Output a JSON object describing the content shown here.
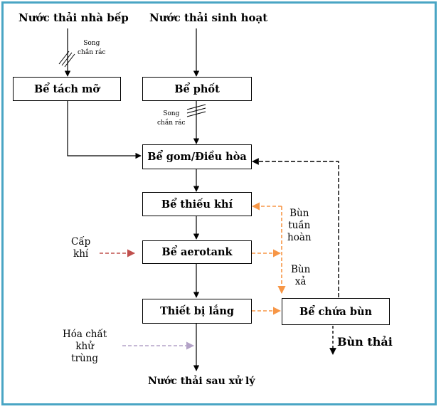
{
  "inputs": {
    "kitchen_wastewater": "Nước thải nhà bếp",
    "domestic_wastewater": "Nước thải sinh hoạt"
  },
  "screens": {
    "screen_1": [
      "Song",
      "chắn rác"
    ],
    "screen_2": [
      "Song",
      "chắn rác"
    ]
  },
  "units": {
    "grease_trap": "Bể tách mỡ",
    "septic_tank": "Bể phốt",
    "equalization_tank": "Bể gom/Điều hòa",
    "anoxic_tank": "Bể thiếu khí",
    "aerotank": "Bể aerotank",
    "settler": "Thiết bị lắng",
    "sludge_tank": "Bể chứa bùn"
  },
  "side_labels": {
    "air_supply": [
      "Cấp",
      "khí"
    ],
    "return_sludge": [
      "Bùn",
      "tuần",
      "hoàn"
    ],
    "waste_sludge_discharge": [
      "Bùn",
      "xả"
    ],
    "disinfectant": [
      "Hóa chất",
      "khử",
      "trùng"
    ],
    "sludge_out": "Bùn thải",
    "treated_output": "Nước thải sau xử lý"
  },
  "colors": {
    "frame": "#49a5c4",
    "air_arrow": "#c0504d",
    "sludge_arrow": "#f79646",
    "chemical_arrow": "#b3a2c7",
    "line": "#000000"
  }
}
